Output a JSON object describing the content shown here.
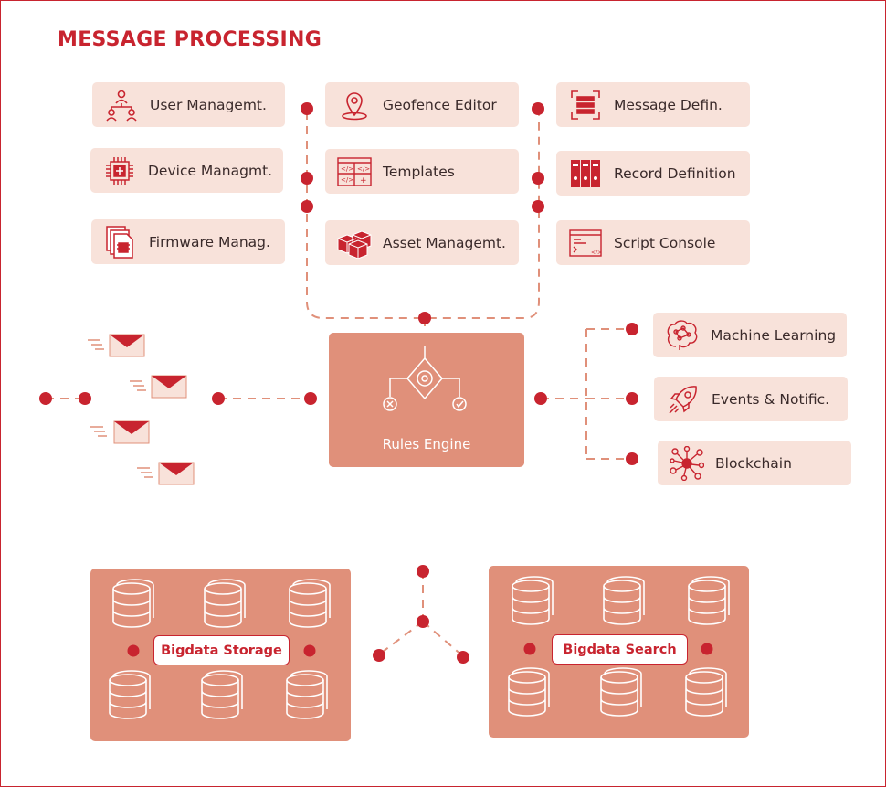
{
  "title": "MESSAGE PROCESSING",
  "colors": {
    "accent": "#c8242f",
    "card_bg": "#f8e2da",
    "block_bg": "#e0907a",
    "dashes": "#e0907a",
    "text": "#3a2a2a"
  },
  "modules_left": [
    {
      "label": "User Managemt.",
      "icon": "user-hierarchy-icon"
    },
    {
      "label": "Device Managmt.",
      "icon": "chip-icon"
    },
    {
      "label": "Firmware Manag.",
      "icon": "firmware-files-icon"
    }
  ],
  "modules_center": [
    {
      "label": "Geofence Editor",
      "icon": "location-pin-icon"
    },
    {
      "label": "Templates",
      "icon": "code-template-icon"
    },
    {
      "label": "Asset Managemt.",
      "icon": "boxes-icon"
    }
  ],
  "modules_right": [
    {
      "label": "Message Defin.",
      "icon": "message-definition-icon"
    },
    {
      "label": "Record Definition",
      "icon": "binders-icon"
    },
    {
      "label": "Script Console",
      "icon": "console-icon"
    }
  ],
  "rules_engine": {
    "label": "Rules Engine",
    "icon": "rules-flow-icon"
  },
  "outputs": [
    {
      "label": "Machine Learning",
      "icon": "brain-icon"
    },
    {
      "label": "Events & Notific.",
      "icon": "rocket-icon"
    },
    {
      "label": "Blockchain",
      "icon": "network-nodes-icon"
    }
  ],
  "incoming_messages": {
    "icon": "envelope-icon",
    "count": 4
  },
  "storage": {
    "label": "Bigdata Storage",
    "icon": "database-icon"
  },
  "search": {
    "label": "Bigdata Search",
    "icon": "database-icon"
  }
}
